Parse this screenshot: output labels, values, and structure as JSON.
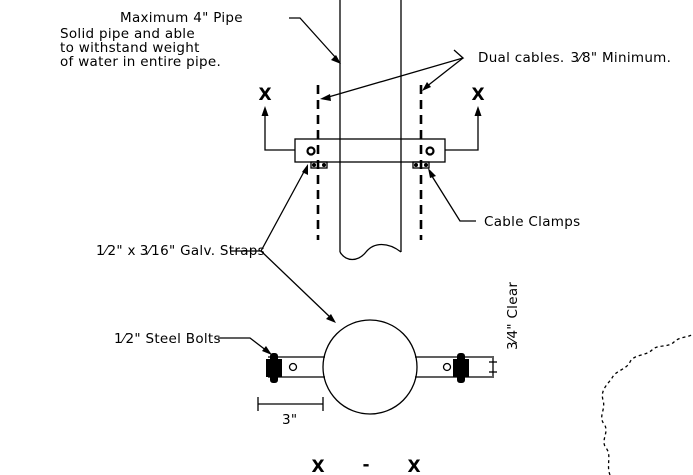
{
  "labels": {
    "max_pipe": "Maximum  4\" Pipe",
    "solid_pipe_1": "Solid pipe and able",
    "solid_pipe_2": "to withstand weight",
    "solid_pipe_3": "of water in entire pipe.",
    "dual_cables_a": "Dual cables.",
    "dual_cables_b": "3⁄8",
    "dual_cables_c": "\" Minimum.",
    "section_mark_left": "X",
    "section_mark_right": "X",
    "cable_clamps": "Cable Clamps",
    "galv_straps_a": "1",
    "galv_straps_b": "⁄2",
    "galv_straps_c": "\" x",
    "galv_straps_d": "3⁄16",
    "galv_straps_e": "\"  Galv. Straps",
    "steel_bolts_a": "1⁄2",
    "steel_bolts_b": "\" Steel Bolts",
    "clear_a": "3⁄4",
    "clear_b": "\" Clear",
    "dim_3in": "3\"",
    "section_title_x1": "X",
    "section_title_dash": "-",
    "section_title_x2": "X"
  }
}
